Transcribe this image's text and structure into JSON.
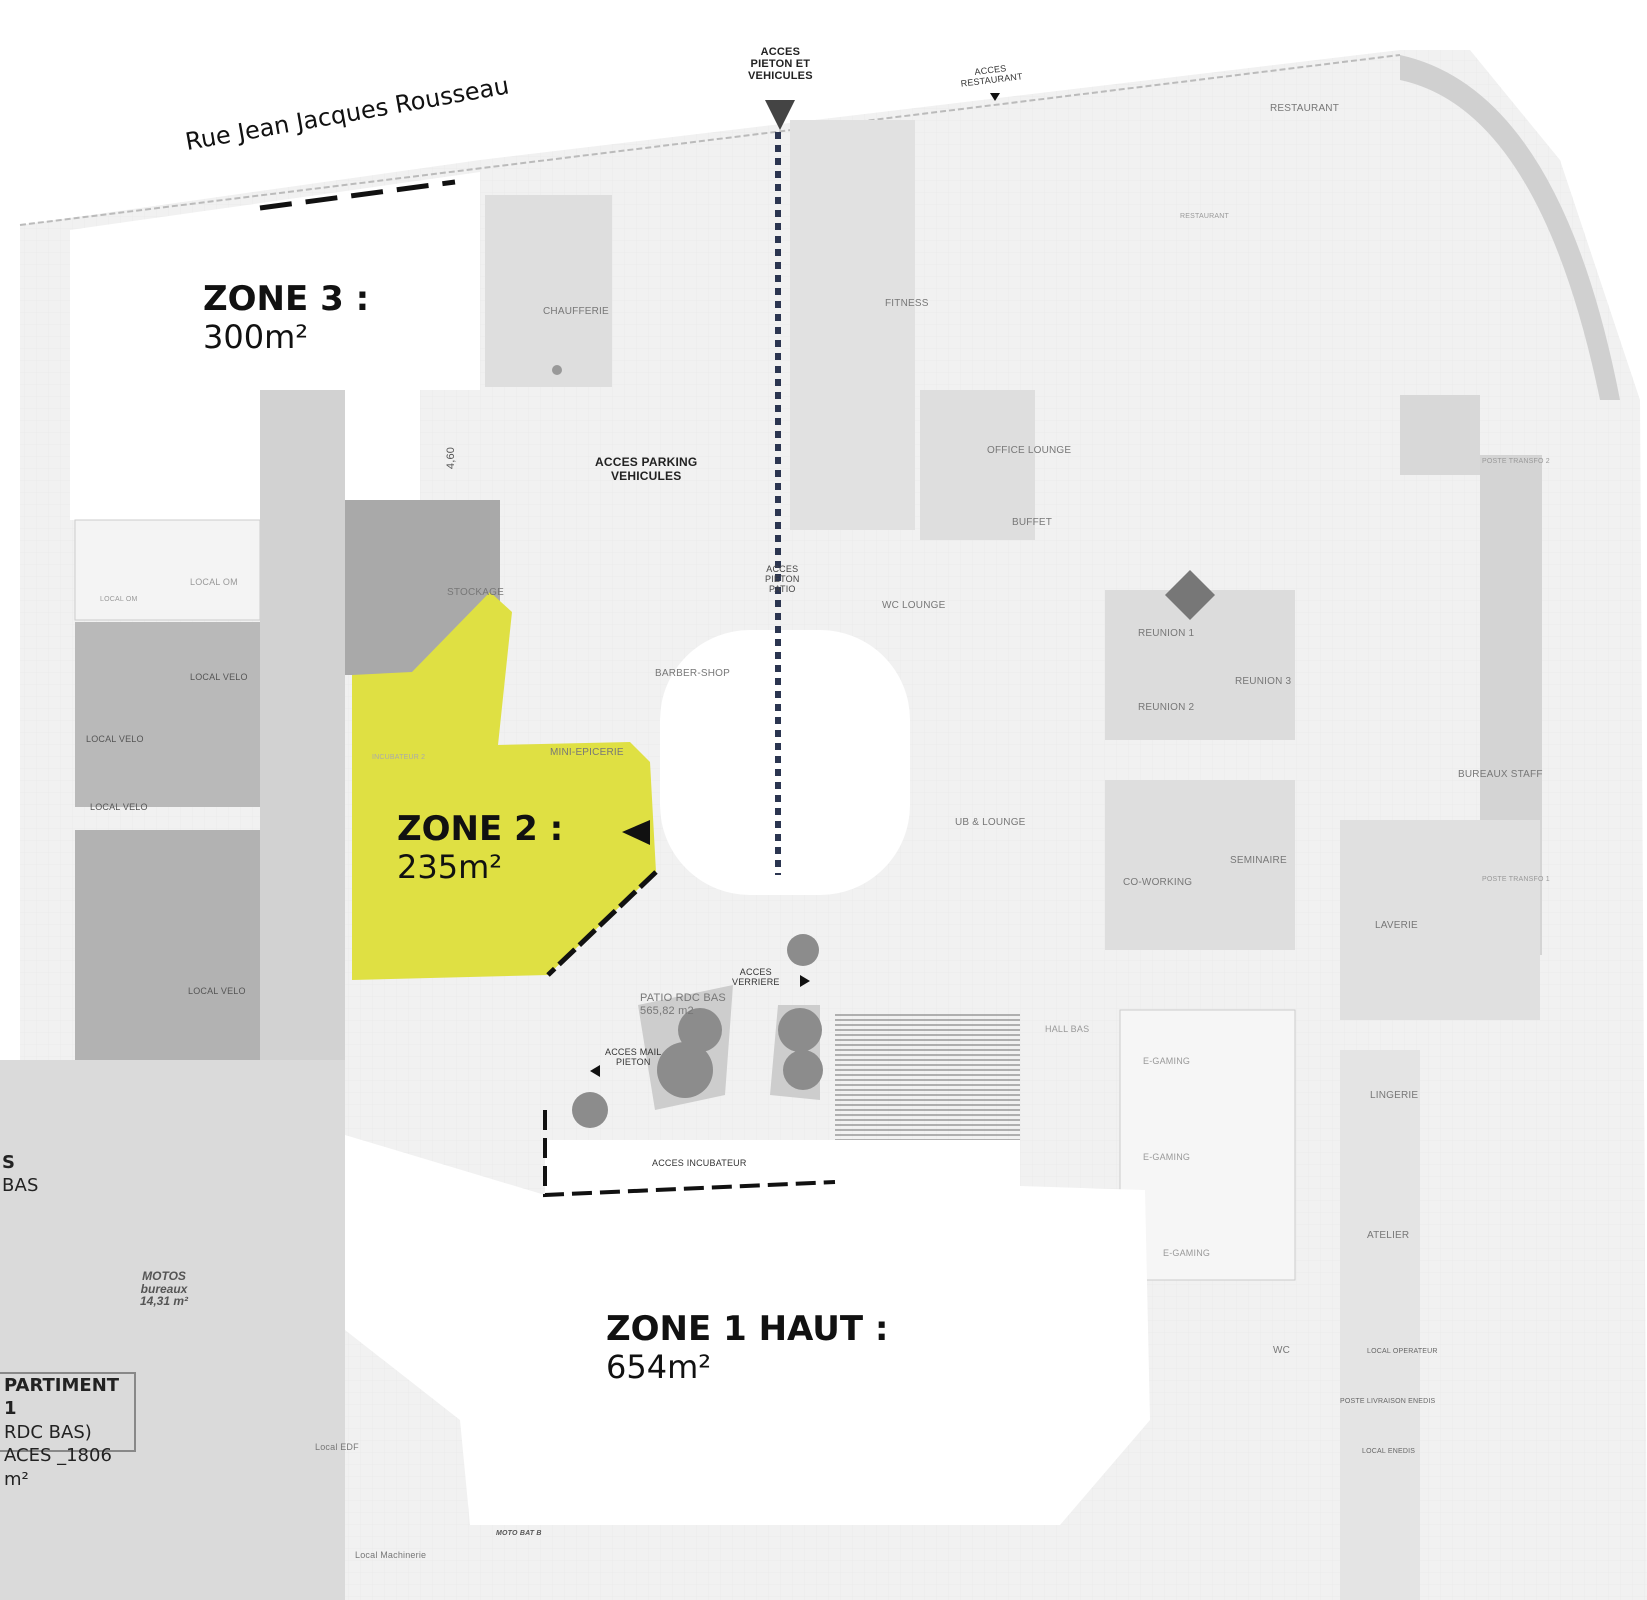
{
  "street": "Rue Jean Jacques Rousseau",
  "access": {
    "pedestrian_vehicles": [
      "ACCES",
      "PIETON ET",
      "VEHICULES"
    ],
    "restaurant": [
      "ACCES",
      "RESTAURANT"
    ],
    "parking": [
      "ACCES PARKING",
      "VEHICULES"
    ],
    "patio": [
      "ACCES",
      "PIETON",
      "PATIO"
    ],
    "verriere": [
      "ACCES",
      "VERRIERE"
    ],
    "mail_pieton": [
      "ACCES MAIL",
      "PIETON"
    ],
    "incubateur": "ACCES INCUBATEUR"
  },
  "zones": {
    "zone3": {
      "title": "ZONE 3 :",
      "area": "300m²"
    },
    "zone2": {
      "title": "ZONE 2 :",
      "area": "235m²"
    },
    "zone1": {
      "title": "ZONE 1 HAUT :",
      "area": "654m²"
    }
  },
  "compartment": {
    "line1": "PARTIMENT 1",
    "line2": "RDC BAS)",
    "line3": "ACES _1806 m²"
  },
  "partial_label": {
    "line1": "S",
    "line2": "BAS"
  },
  "motos": {
    "line1": "MOTOS",
    "line2": "bureaux",
    "line3": "14,31 m²"
  },
  "patio": {
    "name": "PATIO RDC BAS",
    "area": "565,82 m2"
  },
  "dimension": "4,60",
  "rooms": {
    "restaurant_terrasse": "RESTAURANT",
    "restaurant_salle": "RESTAURANT",
    "chaufferie": "CHAUFFERIE",
    "fitness": "FITNESS",
    "office_lounge": "OFFICE LOUNGE",
    "buffet": "BUFFET",
    "wc_lounge": "WC LOUNGE",
    "stockage": "STOCKAGE",
    "barber_shop": "BARBER-SHOP",
    "mini_epicerie": "MINI-EPICERIE",
    "local_om_1": "LOCAL OM",
    "local_om_2": "LOCAL OM",
    "local_velo_1": "LOCAL VELO",
    "local_velo_2": "LOCAL VELO",
    "local_velo_3": "LOCAL VELO",
    "local_velo_4": "LOCAL VELO",
    "incubateur": "INCUBATEUR 2",
    "reunion_1": "REUNION 1",
    "reunion_2": "REUNION 2",
    "reunion_3": "REUNION 3",
    "bureaux_staff": "BUREAUX STAFF",
    "club_lounge": "UB & LOUNGE",
    "coworking": "CO-WORKING",
    "seminaire": "SEMINAIRE",
    "laverie": "LAVERIE",
    "poste_transfo_1": "POSTE TRANSFO 1",
    "poste_transfo_2": "POSTE TRANSFO 2",
    "hall_bas": "HALL BAS",
    "egaming_1": "E-GAMING",
    "egaming_2": "E-GAMING",
    "egaming_3": "E-GAMING",
    "lingerie": "LINGERIE",
    "atelier": "ATELIER",
    "wc": "WC",
    "local_operateur": "LOCAL OPERATEUR",
    "poste_livraison": "POSTE LIVRAISON ENEDIS",
    "local_enedis": "LOCAL ENEDIS",
    "local_edf": "Local EDF",
    "local_machinerie": "Local Machinerie",
    "moto_bat_b": "MOTO BAT B"
  },
  "colors": {
    "zone_highlight": "#dfe043",
    "access_path": "#2b3550",
    "building": "#efefef",
    "room_dark": "#b4b4b4"
  }
}
